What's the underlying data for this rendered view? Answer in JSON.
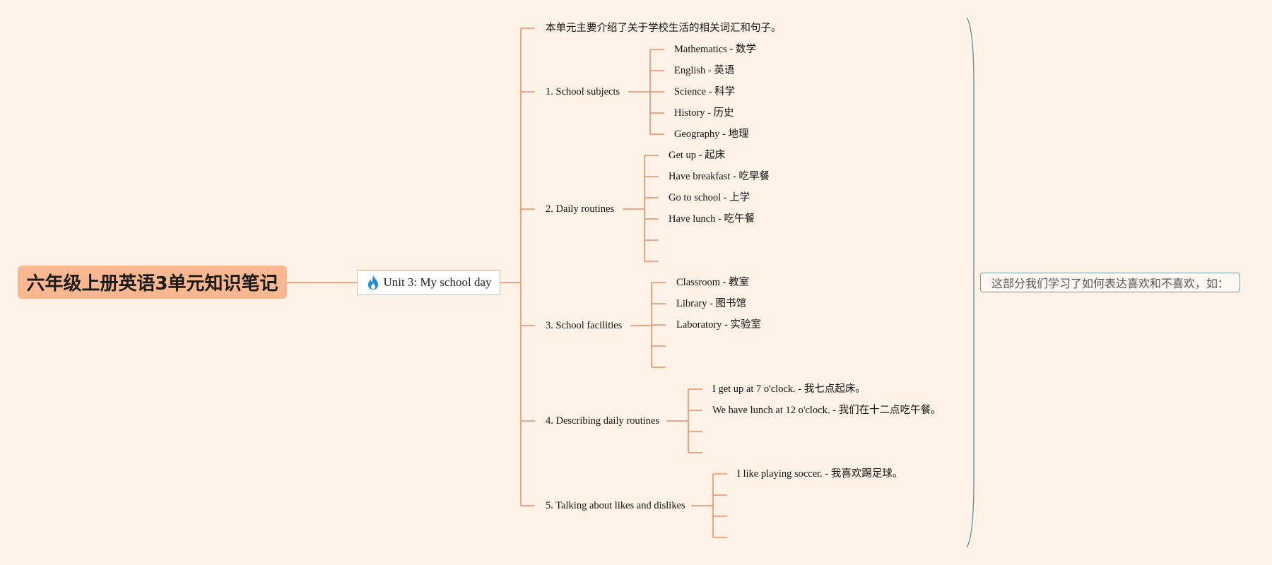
{
  "root": {
    "title": "六年级上册英语3单元知识笔记"
  },
  "unit": {
    "title": "Unit 3: My school day",
    "icon": "fire-icon"
  },
  "intro": "本单元主要介绍了关于学校生活的相关词汇和句子。",
  "topics": [
    {
      "label": "1. School subjects",
      "items": [
        "Mathematics - 数学",
        "English - 英语",
        "Science - 科学",
        "History - 历史",
        "Geography - 地理"
      ]
    },
    {
      "label": "2. Daily routines",
      "items": [
        "Get up - 起床",
        "Have breakfast - 吃早餐",
        "Go to school - 上学",
        "Have lunch - 吃午餐",
        "",
        ""
      ]
    },
    {
      "label": "3. School facilities",
      "items": [
        "Classroom - 教室",
        "Library - 图书馆",
        "Laboratory - 实验室",
        "",
        ""
      ]
    },
    {
      "label": "4. Describing daily routines",
      "items": [
        "I get up at 7 o'clock. - 我七点起床。",
        "We have lunch at 12 o'clock. - 我们在十二点吃午餐。",
        "",
        ""
      ]
    },
    {
      "label": "5. Talking about likes and dislikes",
      "items": [
        "I like playing soccer. - 我喜欢踢足球。",
        "",
        "",
        ""
      ]
    }
  ],
  "note": "这部分我们学习了如何表达喜欢和不喜欢，如："
}
